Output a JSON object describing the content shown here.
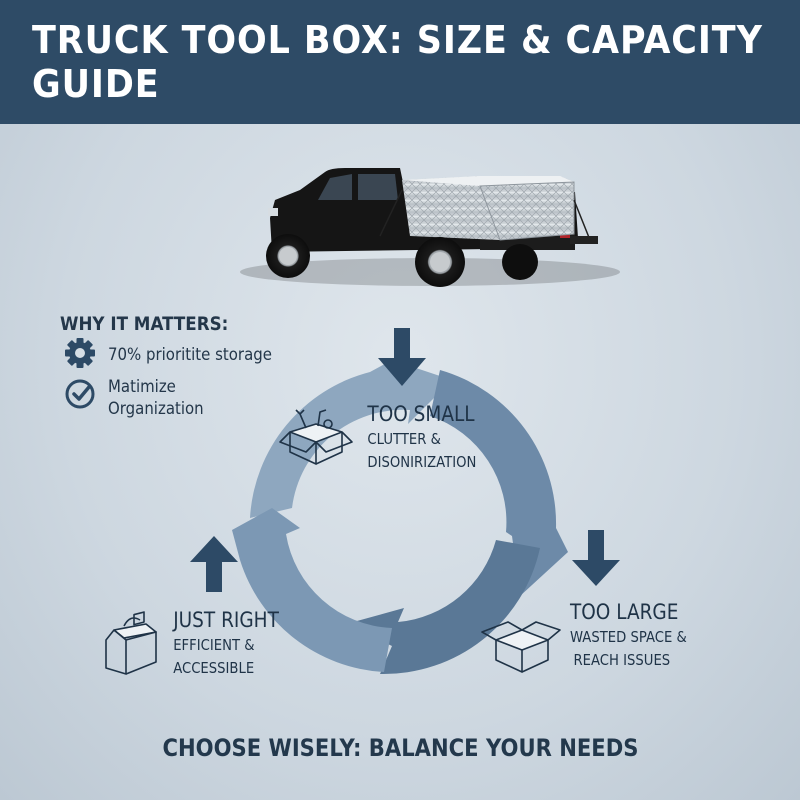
{
  "header": {
    "title": "TRUCK TOOL BOX: SIZE & CAPACITY GUIDE"
  },
  "why": {
    "title": "WHY IT MATTERS:",
    "items": [
      {
        "icon": "gear-icon",
        "text": "70% prioritite storage"
      },
      {
        "icon": "check-circle-icon",
        "line1": "Matimize",
        "line2": "Organization"
      }
    ]
  },
  "cycle": {
    "too_small": {
      "title": "TOO SMALL",
      "line1": "CLUTTER &",
      "line2": "DISONIRIZATION"
    },
    "too_large": {
      "title": "TOO LARGE",
      "line1": "WASTED SPACE &",
      "line2": "REACH ISSUES"
    },
    "just_right": {
      "title": "JUST RIGHT",
      "line1": "EFFICIENT &",
      "line2": "ACCESSIBLE"
    }
  },
  "footer": {
    "text": "CHOOSE WISELY: BALANCE YOUR NEEDS"
  },
  "colors": {
    "header_bg": "#2e4b66",
    "arrow_light": "#8ea7bf",
    "arrow_dark": "#5a7896",
    "pointer": "#2d4a66"
  }
}
